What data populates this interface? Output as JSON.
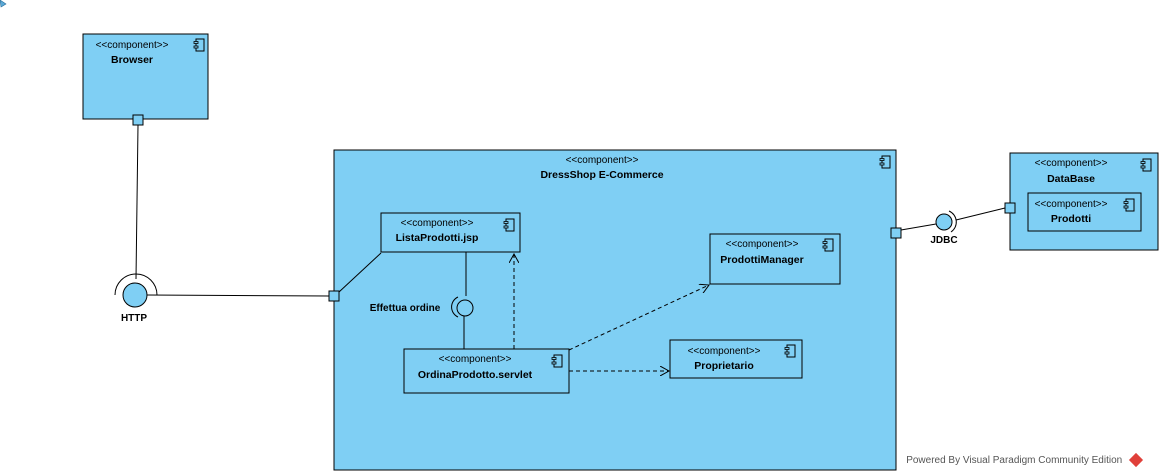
{
  "components": {
    "browser": {
      "stereotype": "<<component>>",
      "name": "Browser"
    },
    "dressshop": {
      "stereotype": "<<component>>",
      "name": "DressShop E-Commerce"
    },
    "lista": {
      "stereotype": "<<component>>",
      "name": "ListaProdotti.jsp"
    },
    "manager": {
      "stereotype": "<<component>>",
      "name": "ProdottiManager"
    },
    "ordina": {
      "stereotype": "<<component>>",
      "name": "OrdinaProdotto.servlet"
    },
    "proprietario": {
      "stereotype": "<<component>>",
      "name": "Proprietario"
    },
    "database": {
      "stereotype": "<<component>>",
      "name": "DataBase"
    },
    "prodotti": {
      "stereotype": "<<component>>",
      "name": "Prodotti"
    }
  },
  "interfaces": {
    "http": "HTTP",
    "jdbc": "JDBC",
    "effettua": "Effettua ordine"
  },
  "footer": {
    "text": "Powered By Visual Paradigm Community Edition"
  },
  "colors": {
    "fill": "#7fcff4",
    "stroke": "#000000"
  }
}
